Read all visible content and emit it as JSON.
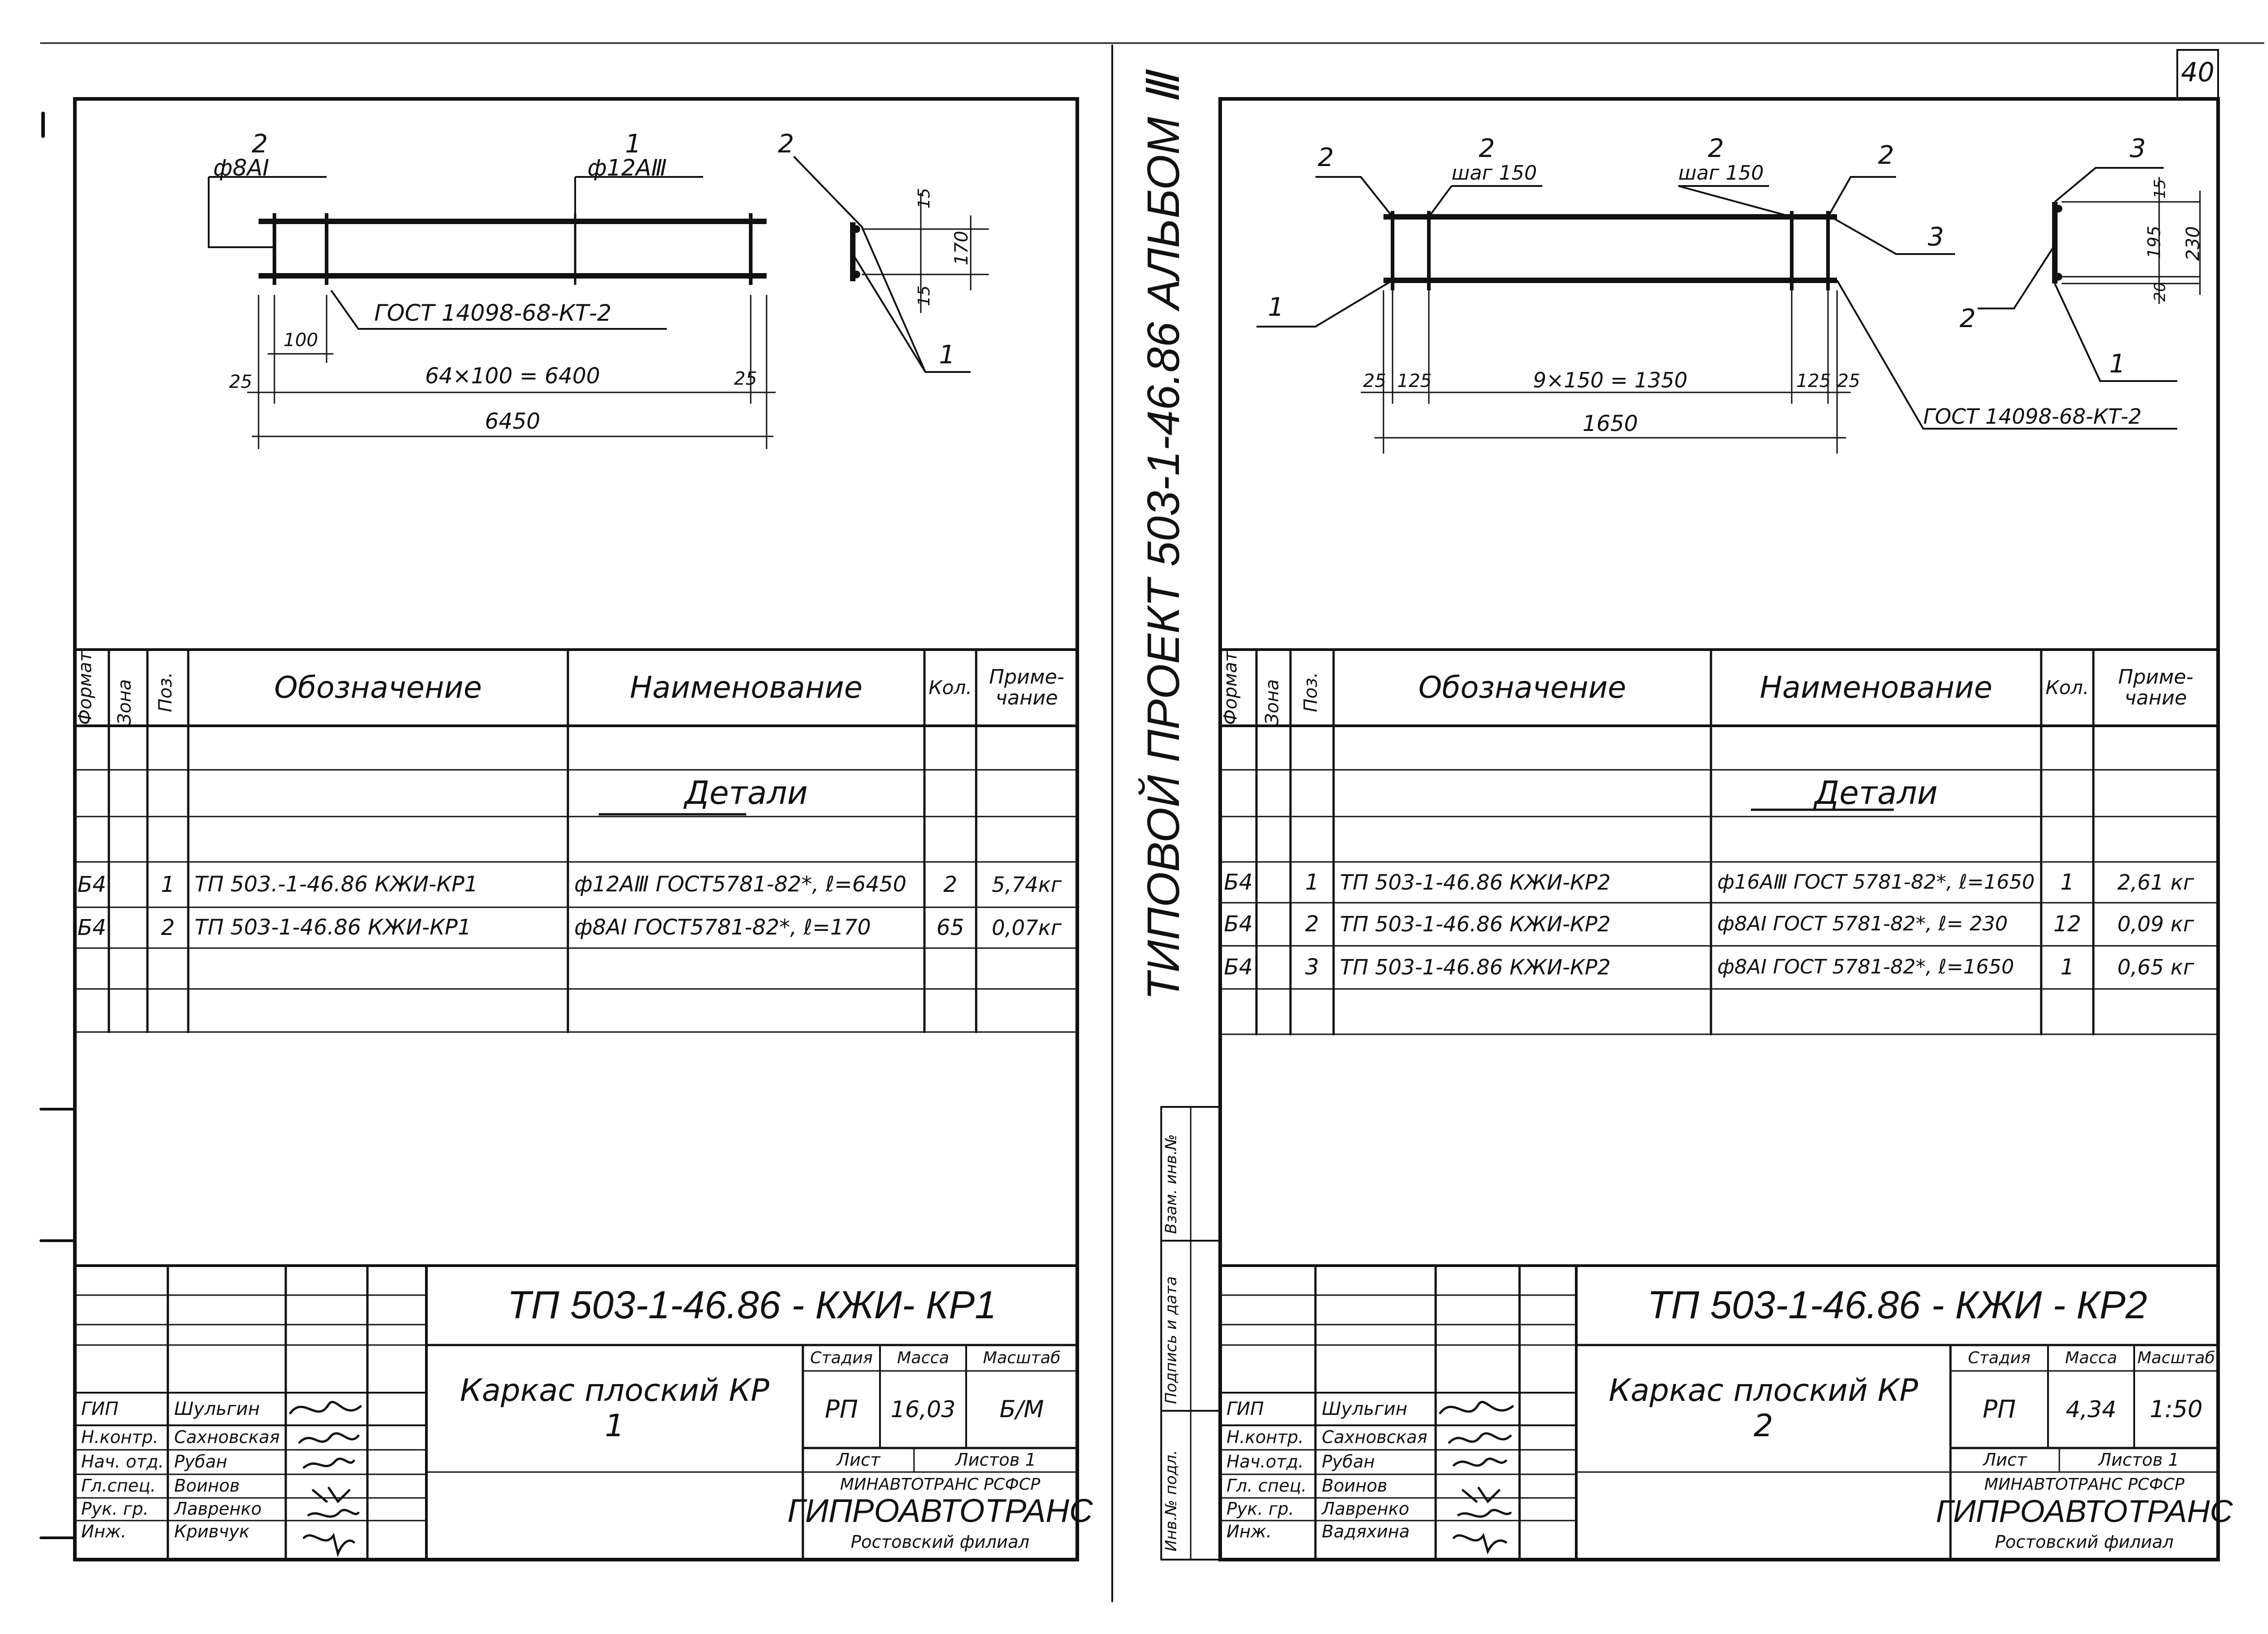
{
  "page_number": "40",
  "side_title": "ТИПОВОЙ  ПРОЕКТ  503-1-46.86   АЛЬБОМ Ⅲ",
  "side_stamp": [
    "Инв.№ подл.",
    "Подпись и дата",
    "Взам. инв.№"
  ],
  "table_header": {
    "format": "Формат",
    "zone": "Зона",
    "pos": "Поз.",
    "designation": "Обозначение",
    "name": "Наименование",
    "qty": "Кол.",
    "note": "Приме-чание"
  },
  "section_title": "Детали",
  "sheet1": {
    "drawing": {
      "pos2_label": "2",
      "pos2_bar": "ф8АI",
      "pos1_label": "1",
      "pos1_bar": "ф12АⅢ",
      "detail_label": "2",
      "detail_label_1": "1",
      "gost": "ГОСТ 14098-68-КТ-2",
      "dim_100": "100",
      "dim_25_left": "25",
      "dim_25_right": "25",
      "dim_spacing": "64×100 = 6400",
      "dim_total": "6450",
      "dim_15_top": "15",
      "dim_15_bottom": "15",
      "dim_170": "170"
    },
    "rows": [
      {
        "format": "Б4",
        "pos": "1",
        "designation": "ТП 503.-1-46.86  КЖИ-КР1",
        "name": "ф12АⅢ ГОСТ5781-82*, ℓ=6450",
        "qty": "2",
        "note": "5,74кг"
      },
      {
        "format": "Б4",
        "pos": "2",
        "designation": "ТП 503-1-46.86  КЖИ-КР1",
        "name": "ф8АI ГОСТ5781-82*, ℓ=170",
        "qty": "65",
        "note": "0,07кг"
      }
    ],
    "doc_code": "ТП 503-1-46.86 - КЖИ- КР1",
    "doc_title": "Каркас плоский КР 1",
    "stage_label": "Стадия",
    "mass_label": "Масса",
    "scale_label": "Масштаб",
    "stage": "РП",
    "mass": "16,03",
    "scale": "Б/М",
    "sheet_label": "Лист",
    "sheets_label": "Листов 1",
    "org_ministry": "МИНАВТОТРАНС  РСФСР",
    "org_name": "ГИПРОАВТОТРАНС",
    "org_branch": "Ростовский филиал",
    "signers": [
      {
        "role": "ГИП",
        "name": "Шульгин"
      },
      {
        "role": "Н.контр.",
        "name": "Сахновская"
      },
      {
        "role": "Нач. отд.",
        "name": "Рубан"
      },
      {
        "role": "Гл.спец.",
        "name": "Воинов"
      },
      {
        "role": "Рук. гр.",
        "name": "Лавренко"
      },
      {
        "role": "Инж.",
        "name": "Кривчук"
      }
    ]
  },
  "sheet2": {
    "drawing": {
      "lbl_2a": "2",
      "lbl_2b": "2",
      "step_b": "шаг 150",
      "lbl_2c": "2",
      "step_c": "шаг 150",
      "lbl_2d": "2",
      "lbl_3": "3",
      "lbl_1": "1",
      "dim_25l": "25",
      "dim_125l": "125",
      "dim_spacing": "9×150 = 1350",
      "dim_125r": "125",
      "dim_25r": "25",
      "dim_total": "1650",
      "gost": "ГОСТ 14098-68-КТ-2",
      "det_3": "3",
      "det_2": "2",
      "det_1": "1",
      "dim_15": "15",
      "dim_195": "195",
      "dim_20": "20",
      "dim_230": "230"
    },
    "rows": [
      {
        "format": "Б4",
        "pos": "1",
        "designation": "ТП  503-1-46.86   КЖИ-КР2",
        "name": "ф16АⅢ ГОСТ 5781-82*, ℓ=1650",
        "qty": "1",
        "note": "2,61 кг"
      },
      {
        "format": "Б4",
        "pos": "2",
        "designation": "ТП  503-1-46.86   КЖИ-КР2",
        "name": "ф8АI ГОСТ 5781-82*, ℓ= 230",
        "qty": "12",
        "note": "0,09 кг"
      },
      {
        "format": "Б4",
        "pos": "3",
        "designation": "ТП  503-1-46.86   КЖИ-КР2",
        "name": "ф8АI ГОСТ 5781-82*, ℓ=1650",
        "qty": "1",
        "note": "0,65 кг"
      }
    ],
    "doc_code": "ТП 503-1-46.86 - КЖИ - КР2",
    "doc_title": "Каркас плоский КР 2",
    "stage_label": "Стадия",
    "mass_label": "Масса",
    "scale_label": "Масштаб",
    "stage": "РП",
    "mass": "4,34",
    "scale": "1:50",
    "sheet_label": "Лист",
    "sheets_label": "Листов 1",
    "org_ministry": "МИНАВТОТРАНС  РСФСР",
    "org_name": "ГИПРОАВТОТРАНС",
    "org_branch": "Ростовский филиал",
    "signers": [
      {
        "role": "ГИП",
        "name": "Шульгин"
      },
      {
        "role": "Н.контр.",
        "name": "Сахновская"
      },
      {
        "role": "Нач.отд.",
        "name": "Рубан"
      },
      {
        "role": "Гл. спец.",
        "name": "Воинов"
      },
      {
        "role": "Рук. гр.",
        "name": "Лавренко"
      },
      {
        "role": "Инж.",
        "name": "Вадяхина"
      }
    ]
  }
}
